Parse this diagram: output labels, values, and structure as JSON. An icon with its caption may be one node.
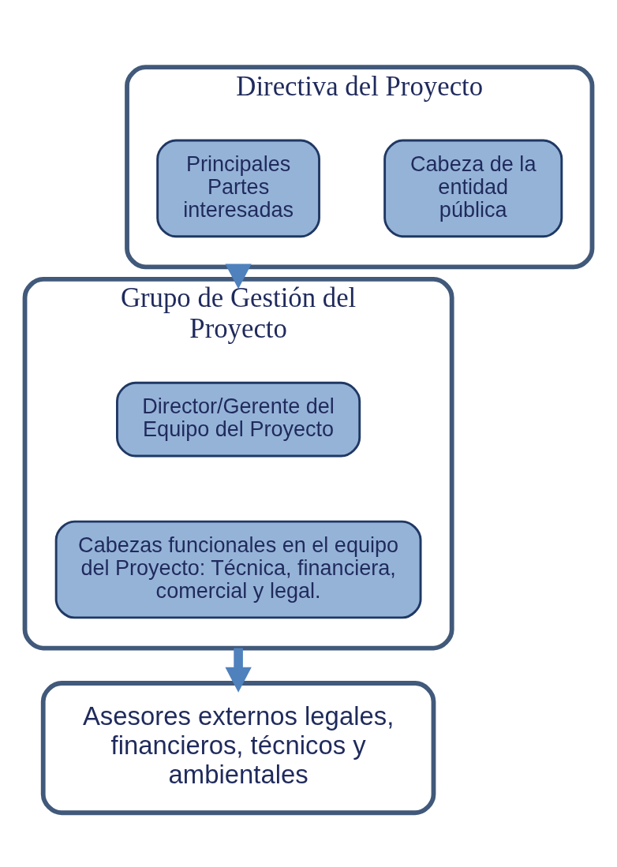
{
  "diagram": {
    "nodes": [
      {
        "text": [
          "Directiva del Proyecto"
        ]
      },
      {
        "text": [
          "Cabeza de la entidad pública"
        ],
        "in": 0
      },
      {
        "text": [
          "Principales Partes interesadas"
        ],
        "in": 0
      },
      {
        "text": [
          "Grupo de Gestión del Proyecto"
        ]
      },
      {
        "text": [
          "Director/Gerente del Equipo del Proyecto"
        ],
        "in": 3
      },
      {
        "text": [
          "Cabezas funcionales en el equipo del Proyecto: Técnica, financiera, comercial y legal."
        ],
        "in": 3
      },
      {
        "text": [
          "Asesores externos legales, financieros, técnicos y ambientales"
        ]
      }
    ],
    "edges": [
      {
        "from": 0,
        "to": 3,
        "arrow": "to"
      },
      {
        "from": 3,
        "to": 6,
        "arrow": "to"
      }
    ]
  }
}
